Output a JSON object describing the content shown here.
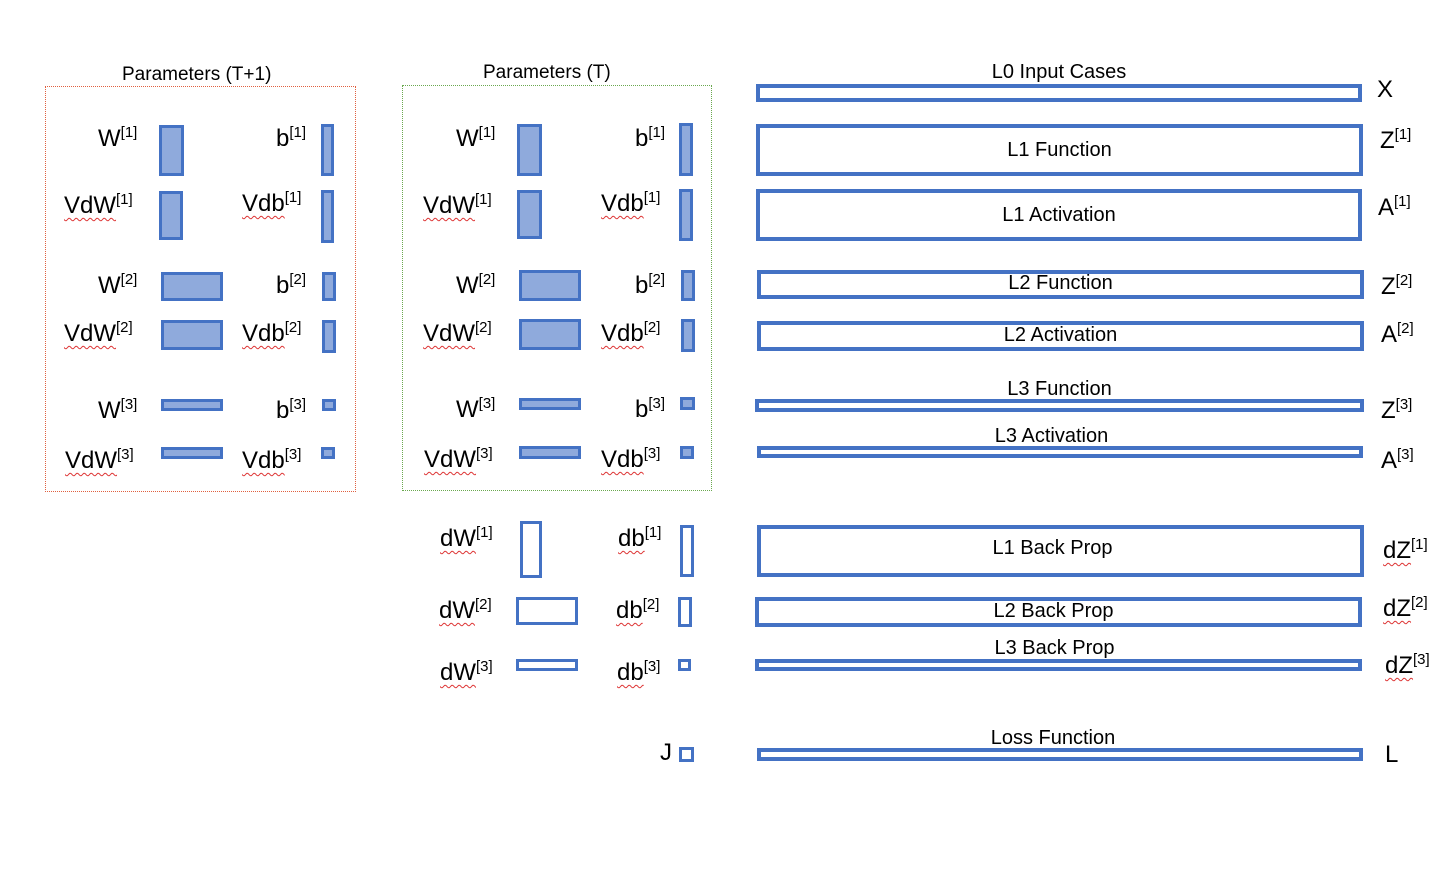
{
  "panels": {
    "next": {
      "title": "Parameters (T+1)"
    },
    "current": {
      "title": "Parameters (T)"
    }
  },
  "params": [
    {
      "name": "W",
      "layer": "[1]"
    },
    {
      "name": "b",
      "layer": "[1]"
    },
    {
      "name": "VdW",
      "layer": "[1]"
    },
    {
      "name": "Vdb",
      "layer": "[1]"
    },
    {
      "name": "W",
      "layer": "[2]"
    },
    {
      "name": "b",
      "layer": "[2]"
    },
    {
      "name": "VdW",
      "layer": "[2]"
    },
    {
      "name": "Vdb",
      "layer": "[2]"
    },
    {
      "name": "W",
      "layer": "[3]"
    },
    {
      "name": "b",
      "layer": "[3]"
    },
    {
      "name": "VdW",
      "layer": "[3]"
    },
    {
      "name": "Vdb",
      "layer": "[3]"
    }
  ],
  "grads": [
    {
      "name": "dW",
      "layer": "[1]"
    },
    {
      "name": "db",
      "layer": "[1]"
    },
    {
      "name": "dW",
      "layer": "[2]"
    },
    {
      "name": "db",
      "layer": "[2]"
    },
    {
      "name": "dW",
      "layer": "[3]"
    },
    {
      "name": "db",
      "layer": "[3]"
    }
  ],
  "cost": {
    "name": "J"
  },
  "layers": [
    {
      "label": "L0 Input Cases",
      "out": "X",
      "sup": ""
    },
    {
      "label": "L1 Function",
      "out": "Z",
      "sup": "[1]"
    },
    {
      "label": "L1 Activation",
      "out": "A",
      "sup": "[1]"
    },
    {
      "label": "L2 Function",
      "out": "Z",
      "sup": "[2]"
    },
    {
      "label": "L2 Activation",
      "out": "A",
      "sup": "[2]"
    },
    {
      "label": "L3 Function",
      "out": "Z",
      "sup": "[3]"
    },
    {
      "label": "L3 Activation",
      "out": "A",
      "sup": "[3]"
    },
    {
      "label": "L1 Back Prop",
      "out": "dZ",
      "sup": "[1]"
    },
    {
      "label": "L2 Back Prop",
      "out": "dZ",
      "sup": "[2]"
    },
    {
      "label": "L3 Back Prop",
      "out": "dZ",
      "sup": "[3]"
    },
    {
      "label": "Loss Function",
      "out": "L",
      "sup": ""
    }
  ],
  "colors": {
    "stroke": "#4472c4",
    "fill": "#8faadc",
    "panel_next_border": "#e06040",
    "panel_current_border": "#6aa84f"
  }
}
